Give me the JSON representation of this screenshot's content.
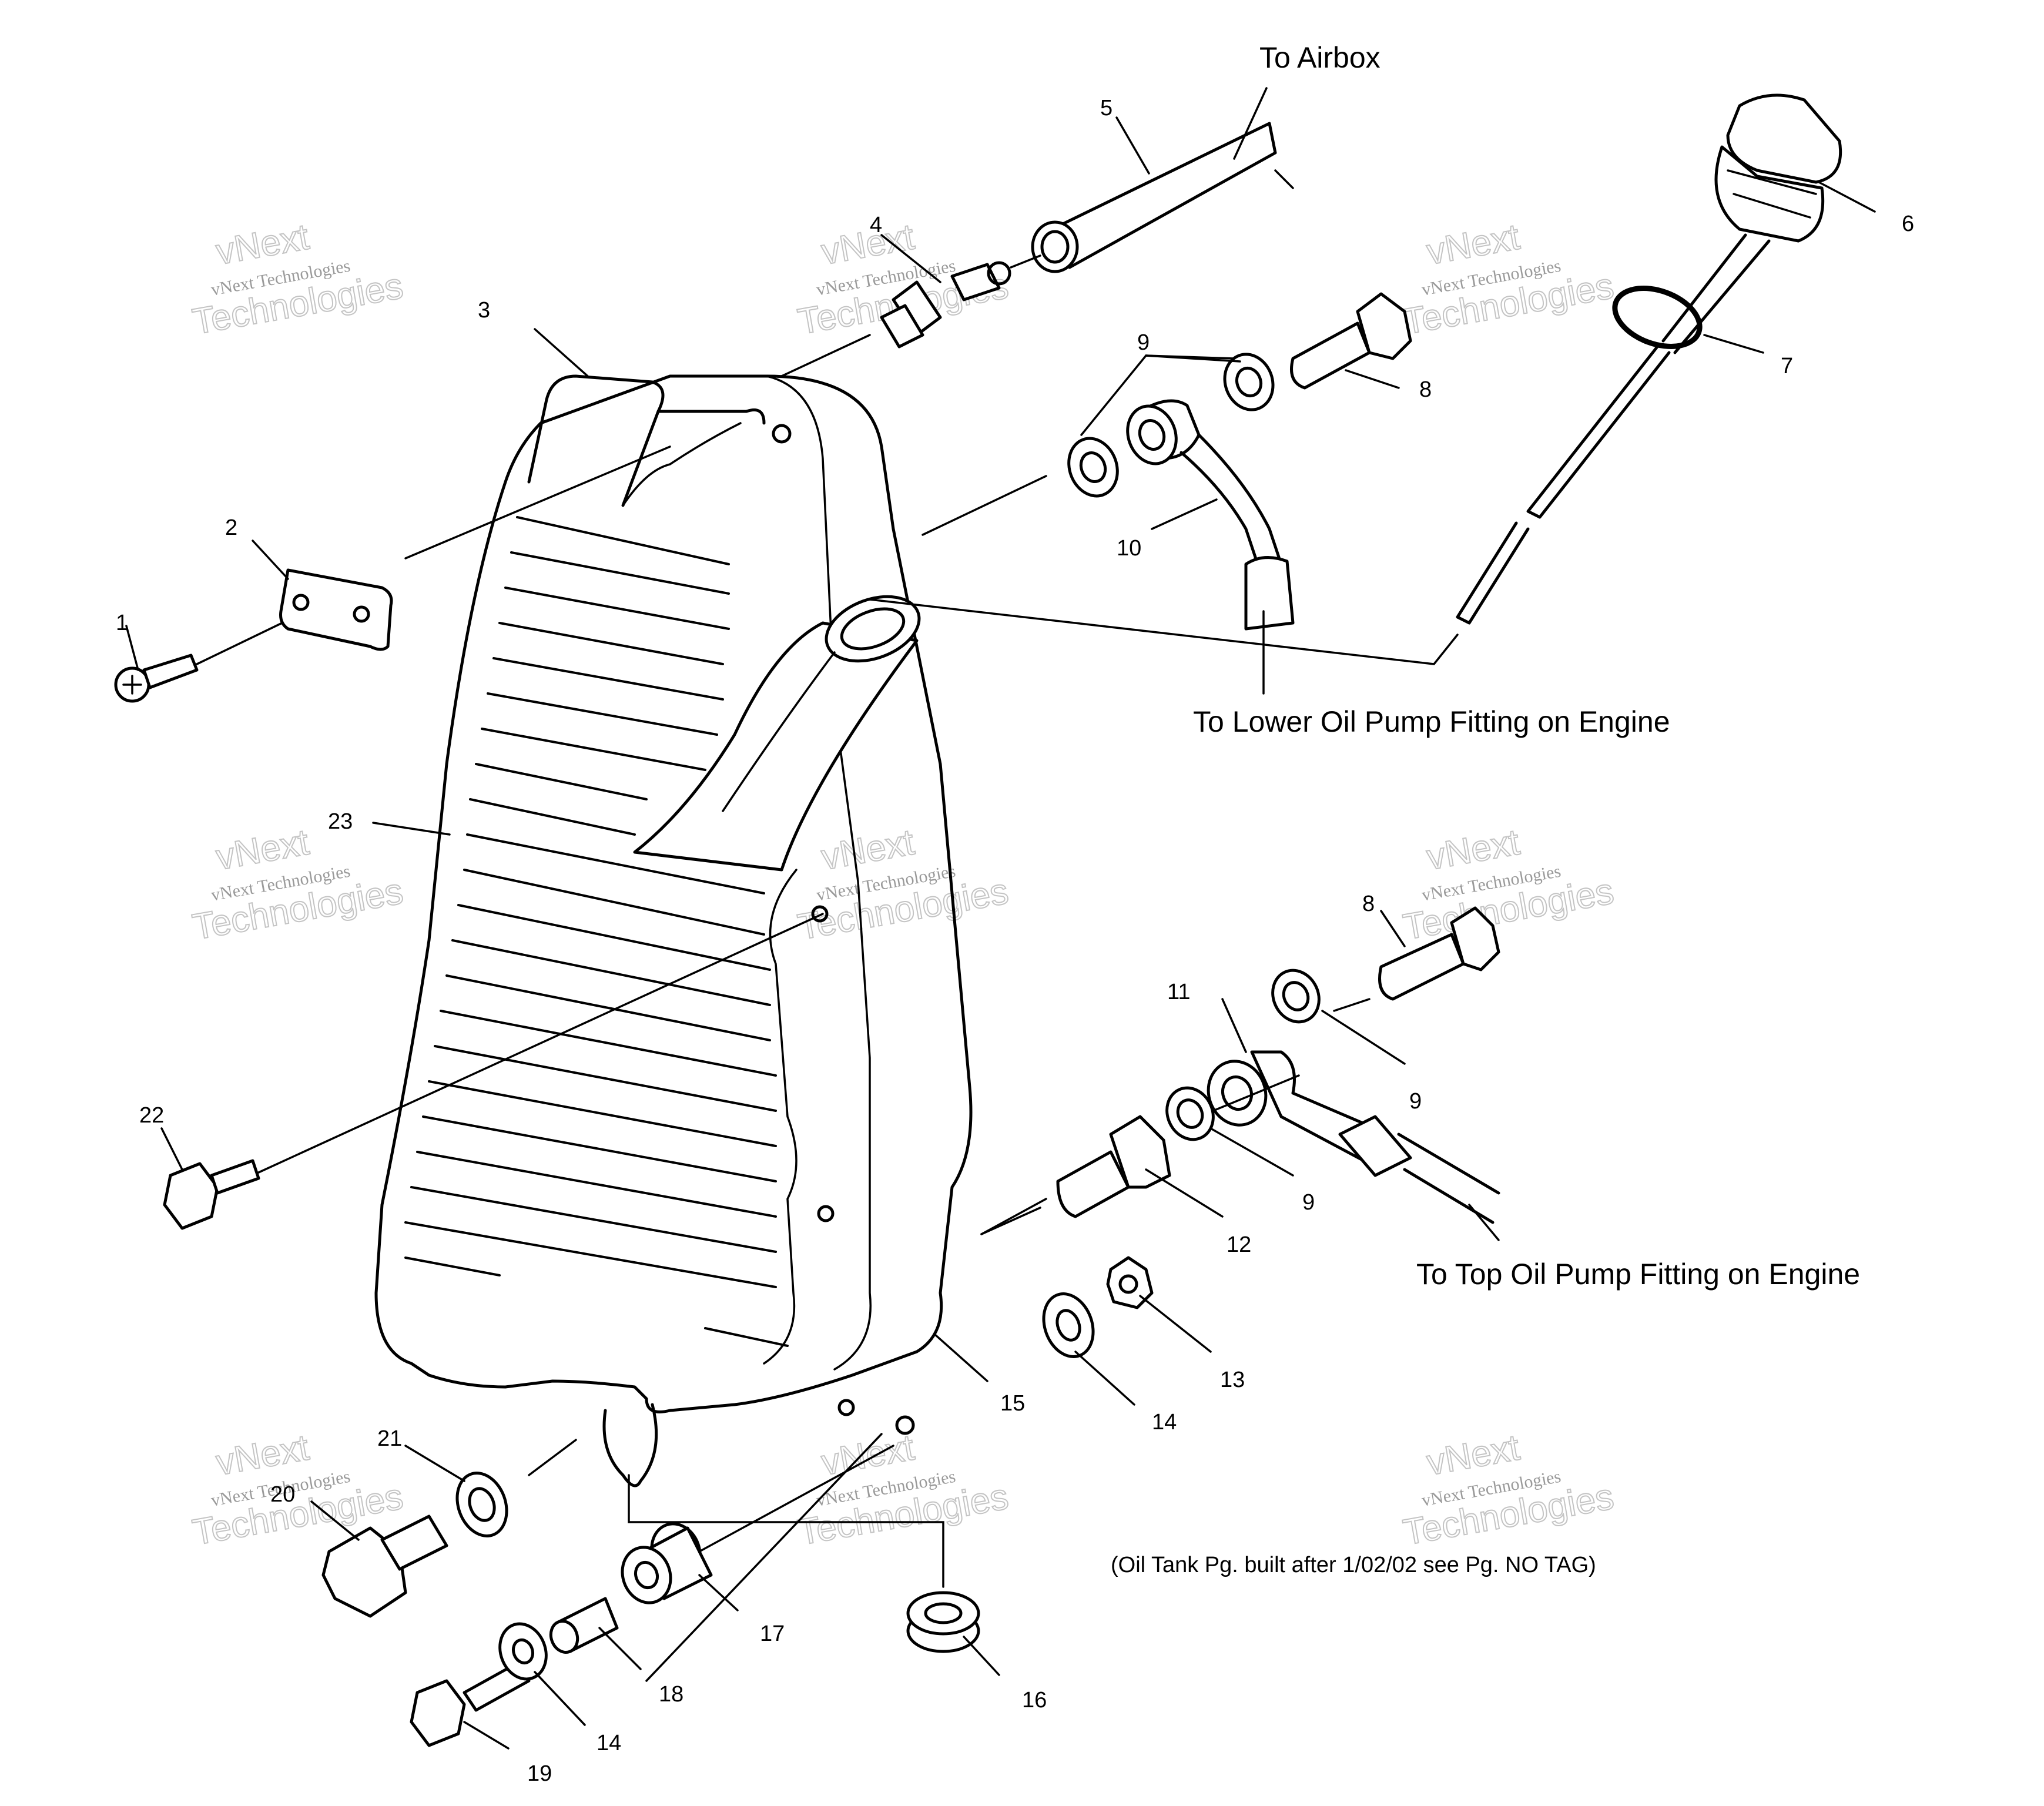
{
  "callouts": {
    "airbox": "To Airbox",
    "lower_oil_pump": "To Lower Oil Pump Fitting on Engine",
    "top_oil_pump": "To Top Oil Pump Fitting on Engine"
  },
  "note": "(Oil Tank Pg. built after 1/02/02 see Pg. NO TAG)",
  "part_numbers": {
    "p1": "1",
    "p2": "2",
    "p3": "3",
    "p4": "4",
    "p5": "5",
    "p6": "6",
    "p7": "7",
    "p8a": "8",
    "p8b": "8",
    "p9a": "9",
    "p9b": "9",
    "p9c": "9",
    "p10": "10",
    "p11": "11",
    "p12": "12",
    "p13": "13",
    "p14a": "14",
    "p14b": "14",
    "p15": "15",
    "p16": "16",
    "p17": "17",
    "p18": "18",
    "p19": "19",
    "p20": "20",
    "p21": "21",
    "p22": "22",
    "p23": "23"
  },
  "watermark": {
    "line1": "vNext",
    "line2": "vNext Technologies",
    "line3": "Technologies"
  }
}
